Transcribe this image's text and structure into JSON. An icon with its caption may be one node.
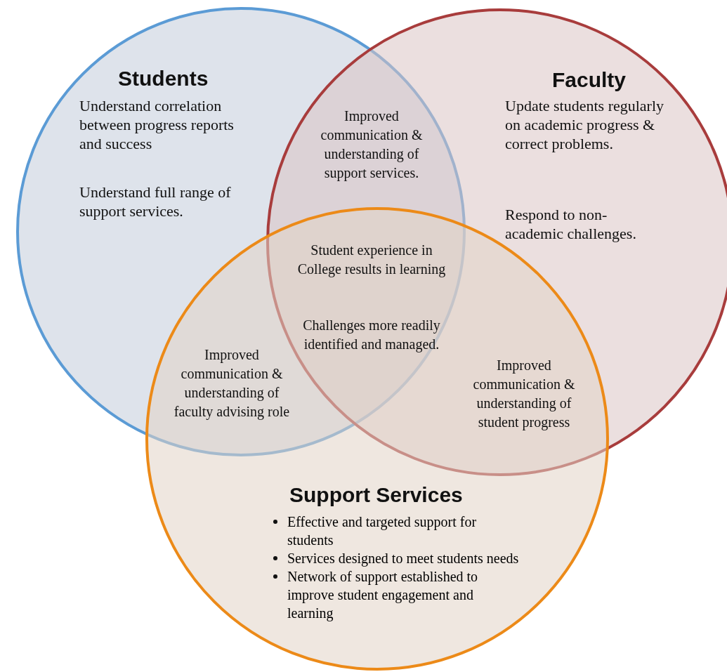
{
  "diagram": {
    "nodes": [
      {
        "text": [
          "Students",
          "Understand correlation between progress reports and success",
          "Understand full range of support services."
        ]
      },
      {
        "text": [
          "Faculty",
          "Update students regularly on academic progress & correct problems.",
          "Respond to non-academic challenges."
        ]
      },
      {
        "text": [
          "Support Services",
          "Effective and targeted support for students",
          "Services designed to meet students needs",
          "Network of support established to improve student engagement and learning"
        ]
      }
    ],
    "labels": [
      "Improved communication & understanding of support services.",
      "Student experience in College results in learning",
      "Challenges more readily identified and managed.",
      "Improved communication & understanding of faculty advising role",
      "Improved communication & understanding of student progress"
    ]
  }
}
